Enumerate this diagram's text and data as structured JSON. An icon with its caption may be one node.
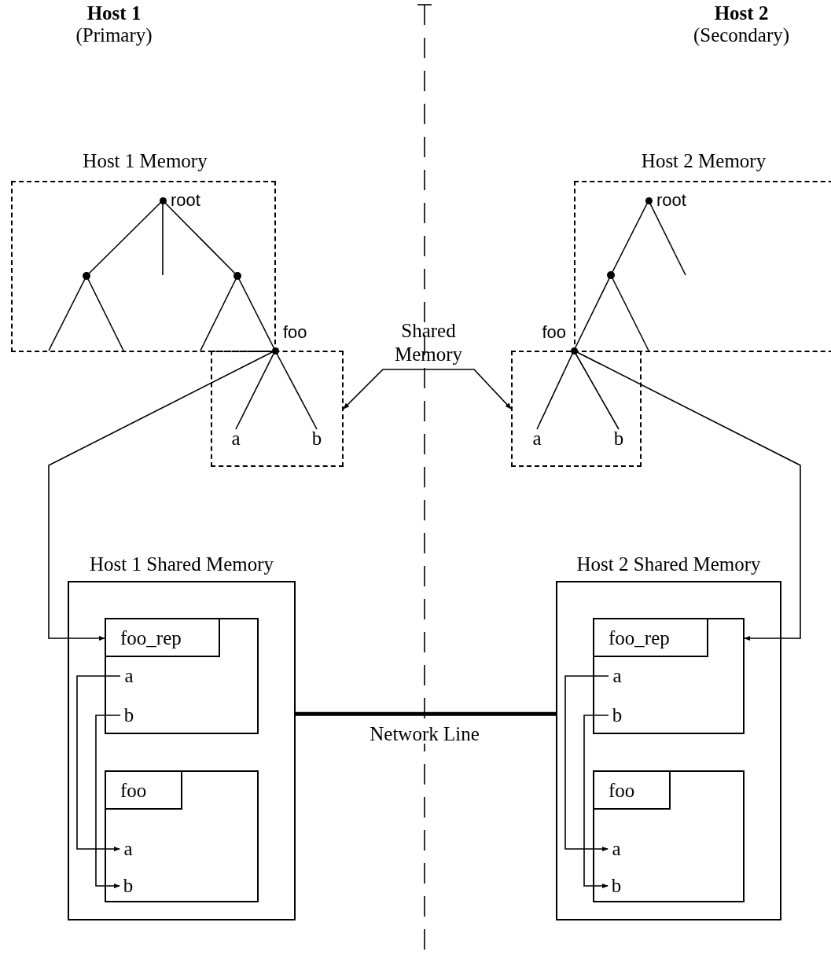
{
  "diagram": {
    "nodes": [
      {
        "text": [
          "Host 1 Memory"
        ]
      },
      {
        "text": [
          "root"
        ],
        "in": 0
      },
      {
        "text": [],
        "shape": "circle",
        "in": 0
      },
      {
        "text": [],
        "shape": "circle",
        "in": 0
      },
      {
        "text": [
          "foo"
        ]
      },
      {
        "text": [],
        "shape": "box"
      },
      {
        "text": [
          "a"
        ],
        "in": 5
      },
      {
        "text": [
          "b"
        ],
        "in": 5
      },
      {
        "text": [
          "Shared Memory"
        ]
      },
      {
        "text": [
          "Host 2 Memory"
        ]
      },
      {
        "text": [
          "root"
        ],
        "in": 9
      },
      {
        "text": [],
        "shape": "circle",
        "in": 9
      },
      {
        "text": [
          "foo"
        ]
      },
      {
        "text": [],
        "shape": "box"
      },
      {
        "text": [
          "a"
        ],
        "in": 13
      },
      {
        "text": [
          "b"
        ],
        "in": 13
      },
      {
        "text": [
          "Host 1 Shared Memory"
        ]
      },
      {
        "text": [
          "foo_rep"
        ],
        "in": 16
      },
      {
        "text": [
          "a"
        ],
        "in": 17
      },
      {
        "text": [
          "b"
        ],
        "in": 17
      },
      {
        "text": [
          "foo"
        ],
        "in": 16
      },
      {
        "text": [
          "a"
        ],
        "in": 20
      },
      {
        "text": [
          "b"
        ],
        "in": 20
      },
      {
        "text": [
          "Host 2 Shared Memory"
        ]
      },
      {
        "text": [
          "foo_rep"
        ],
        "in": 23
      },
      {
        "text": [
          "a"
        ],
        "in": 24
      },
      {
        "text": [
          "b"
        ],
        "in": 24
      },
      {
        "text": [
          "foo"
        ],
        "in": 23
      },
      {
        "text": [
          "a"
        ],
        "in": 27
      },
      {
        "text": [
          "b"
        ],
        "in": 27
      }
    ],
    "edges": [
      {
        "from": 1,
        "to": 2,
        "arrow": "none"
      },
      {
        "from": 1,
        "to": null,
        "arrow": "none"
      },
      {
        "from": 1,
        "to": 3,
        "arrow": "none"
      },
      {
        "from": 2,
        "to": null,
        "arrow": "none"
      },
      {
        "from": 2,
        "to": null,
        "arrow": "none"
      },
      {
        "from": 3,
        "to": null,
        "arrow": "none"
      },
      {
        "from": 3,
        "to": 4,
        "arrow": "none"
      },
      {
        "from": 4,
        "to": 6,
        "arrow": "none"
      },
      {
        "from": 4,
        "to": 7,
        "arrow": "none"
      },
      {
        "from": 4,
        "to": 17,
        "arrow": "to"
      },
      {
        "from": 8,
        "to": 5,
        "arrow": "to"
      },
      {
        "from": 8,
        "to": 13,
        "arrow": "to"
      },
      {
        "from": 10,
        "to": 11,
        "arrow": "none"
      },
      {
        "from": 10,
        "to": null,
        "arrow": "none"
      },
      {
        "from": 11,
        "to": 12,
        "arrow": "none"
      },
      {
        "from": 11,
        "to": null,
        "arrow": "none"
      },
      {
        "from": 12,
        "to": 14,
        "arrow": "none"
      },
      {
        "from": 12,
        "to": 15,
        "arrow": "none"
      },
      {
        "from": 12,
        "to": 24,
        "arrow": "to"
      },
      {
        "from": 16,
        "to": 23,
        "arrow": "none",
        "label": "Network Line",
        "style": "thick"
      },
      {
        "from": 18,
        "to": 21,
        "arrow": "to"
      },
      {
        "from": 19,
        "to": 22,
        "arrow": "to"
      },
      {
        "from": 25,
        "to": 28,
        "arrow": "to"
      },
      {
        "from": 26,
        "to": 29,
        "arrow": "to"
      }
    ],
    "labels": [
      "Host 1",
      "(Primary)",
      "Host 2",
      "(Secondary)"
    ]
  }
}
